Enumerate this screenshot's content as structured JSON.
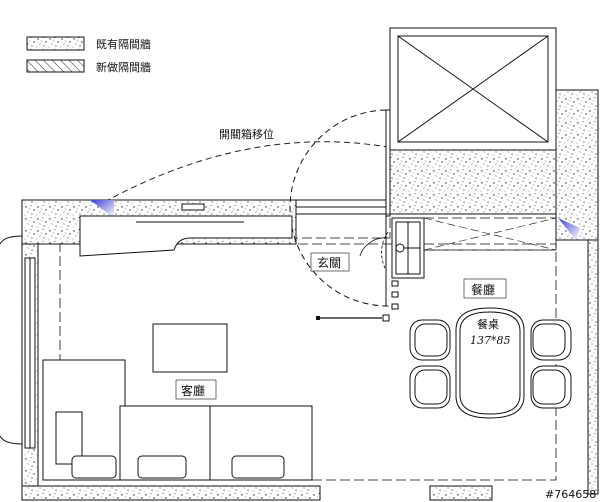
{
  "legend": {
    "existing_wall": "既有隔間牆",
    "new_wall": "新做隔間牆"
  },
  "annotations": {
    "switchbox_move": "開關箱移位"
  },
  "rooms": {
    "entrance": "玄關",
    "dining": "餐廳",
    "living": "客廳"
  },
  "table": {
    "name": "餐桌",
    "size": "137*85"
  },
  "watermark": "#764658"
}
